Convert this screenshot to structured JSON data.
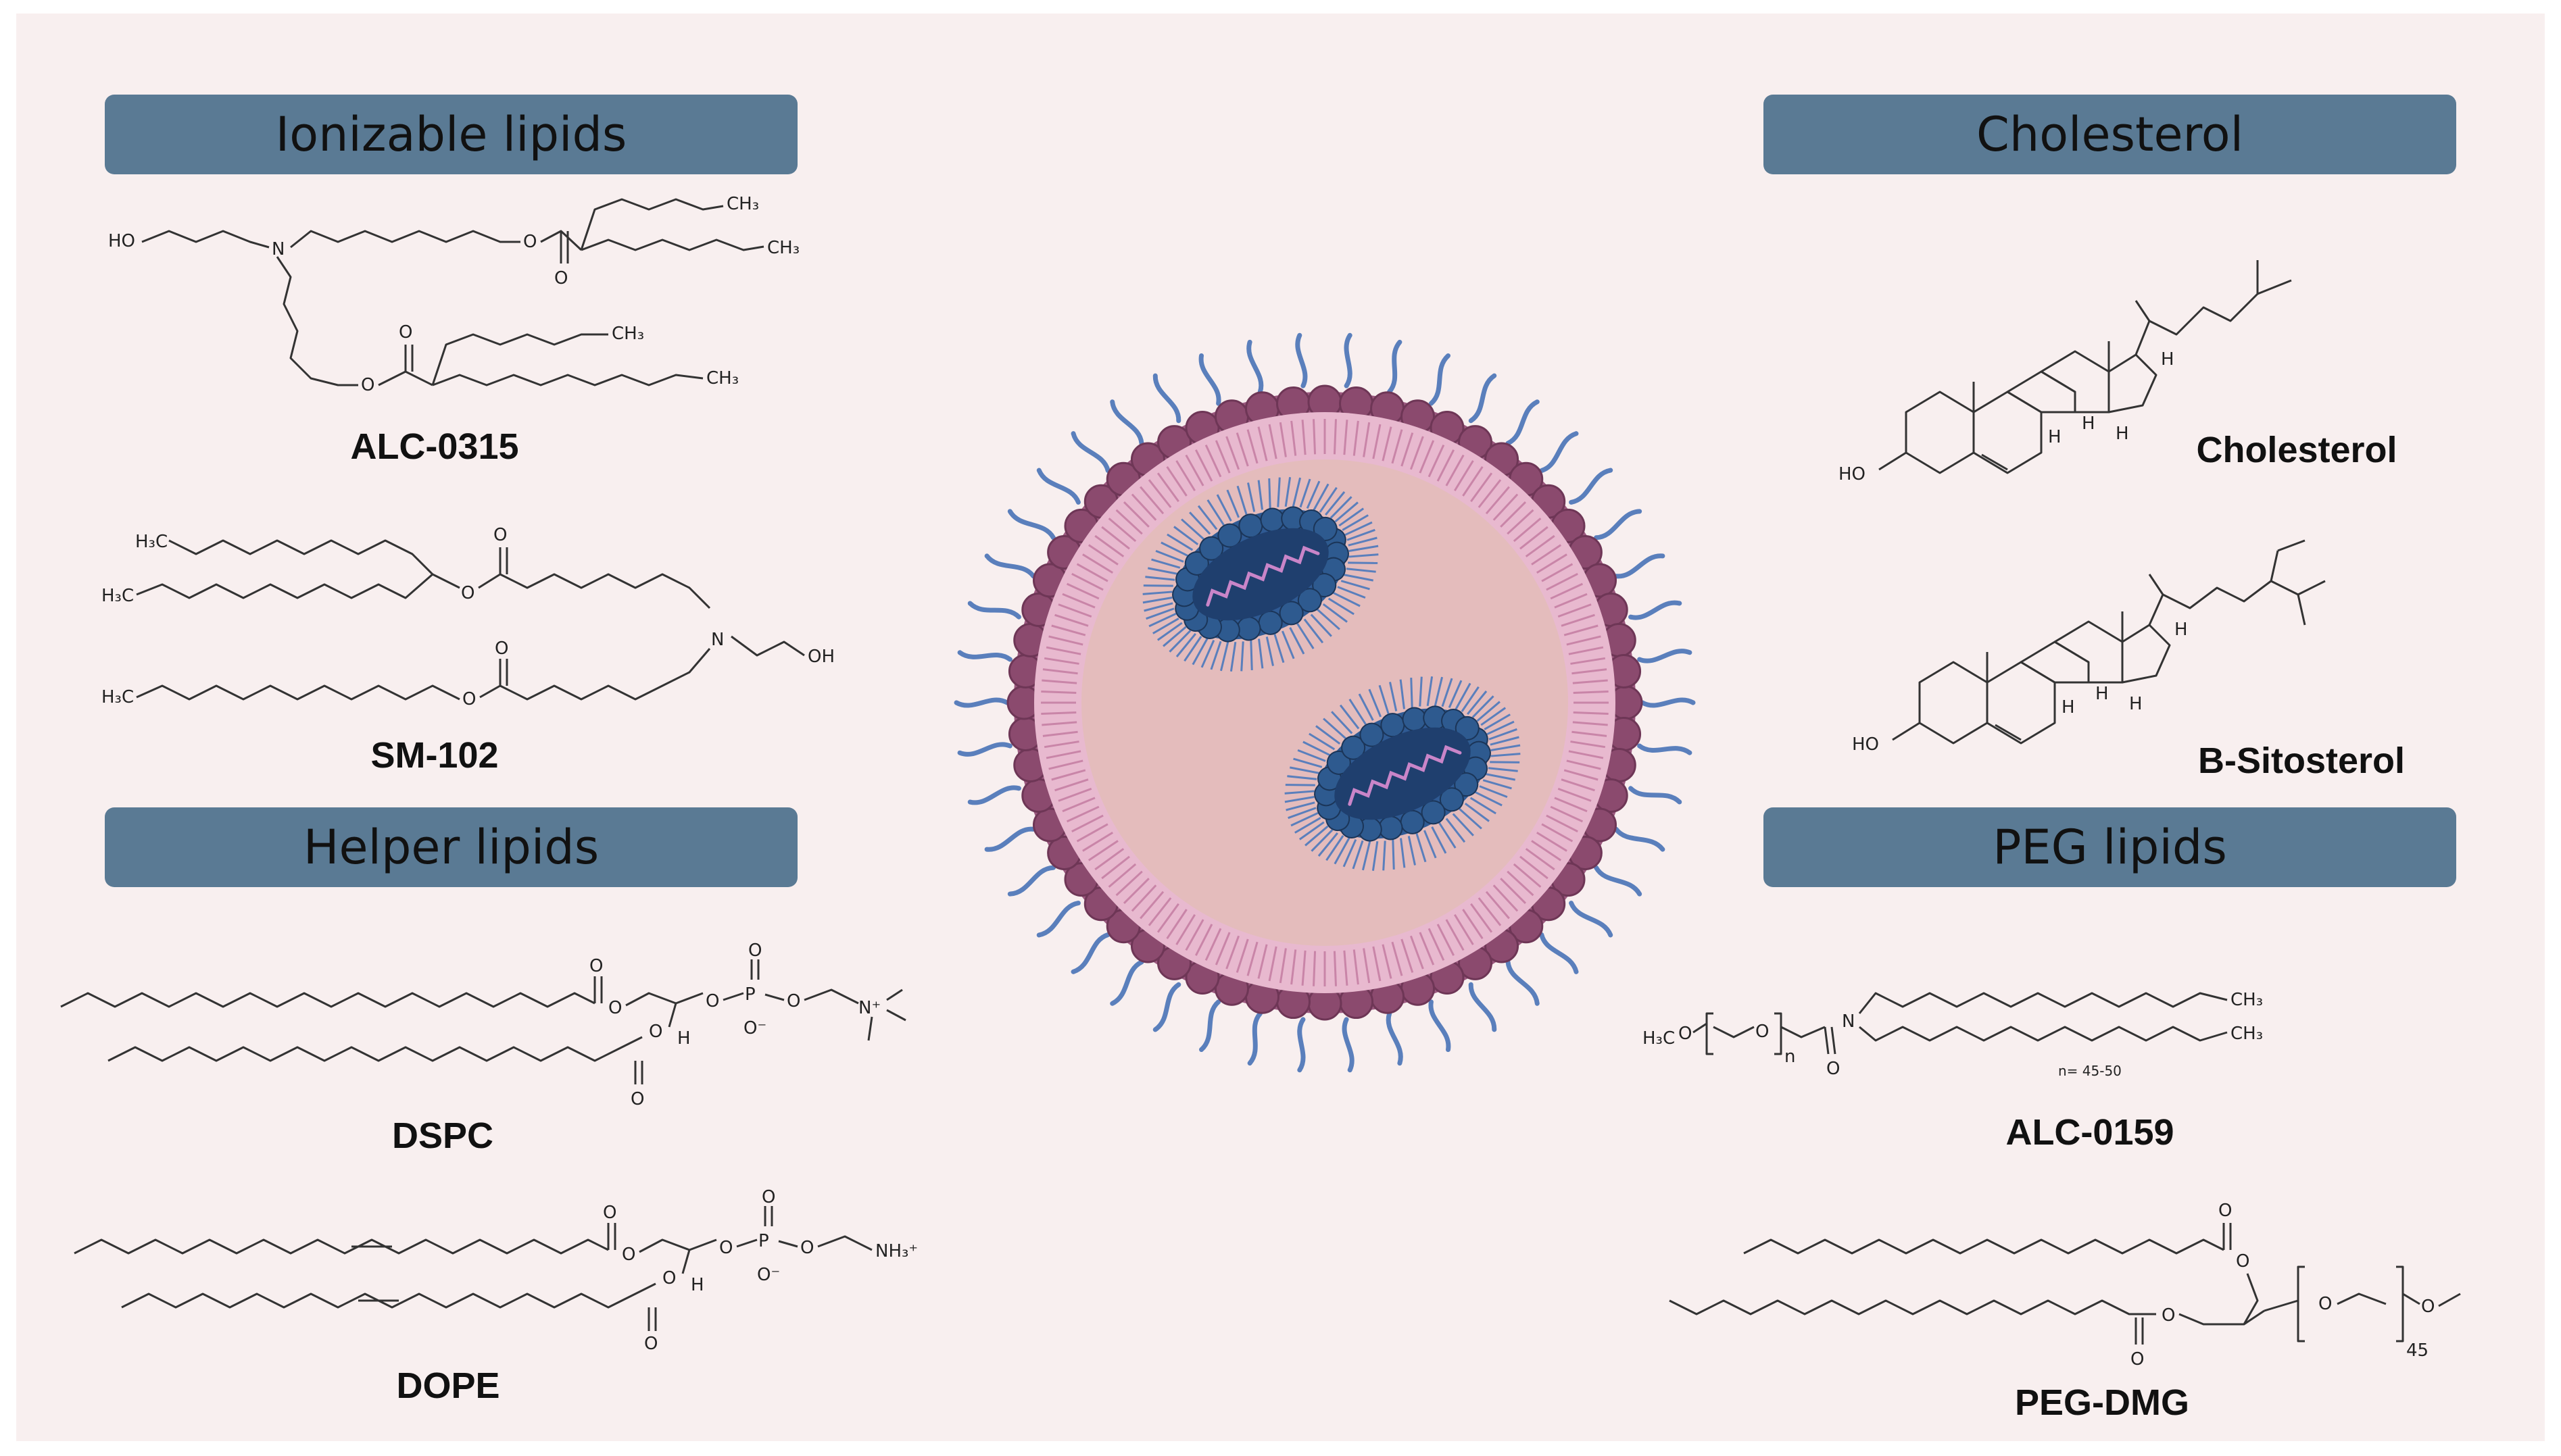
{
  "sections": {
    "ionizable": {
      "header": "Ionizable lipids",
      "molecules": [
        {
          "name": "ALC-0315"
        },
        {
          "name": "SM-102"
        }
      ]
    },
    "cholesterol": {
      "header": "Cholesterol",
      "molecules": [
        {
          "name": "Cholesterol"
        },
        {
          "name": "B-Sitosterol"
        }
      ]
    },
    "helper": {
      "header": "Helper lipids",
      "molecules": [
        {
          "name": "DSPC"
        },
        {
          "name": "DOPE"
        }
      ]
    },
    "peg": {
      "header": "PEG lipids",
      "molecules": [
        {
          "name": "ALC-0159"
        },
        {
          "name": "PEG-DMG"
        }
      ]
    }
  },
  "atoms": {
    "ho": "HO",
    "oh": "OH",
    "n": "N",
    "o": "O",
    "o_minus": "O⁻",
    "p": "P",
    "h": "H",
    "ch3": "CH₃",
    "h3c": "H₃C",
    "n_plus": "N⁺",
    "nh3_plus": "NH₃⁺",
    "n_sub": "n",
    "n_range": "n= 45-50",
    "sub_45": "45"
  },
  "colors": {
    "header_bg": "#5a7a94",
    "panel_bg": "#f8efef",
    "membrane_head": "#8b4a6e",
    "core": "#e4bcbc",
    "peg_tail": "#5a7fbc",
    "rna_core": "#1f3f6e",
    "rna_strand": "#c985c8"
  }
}
